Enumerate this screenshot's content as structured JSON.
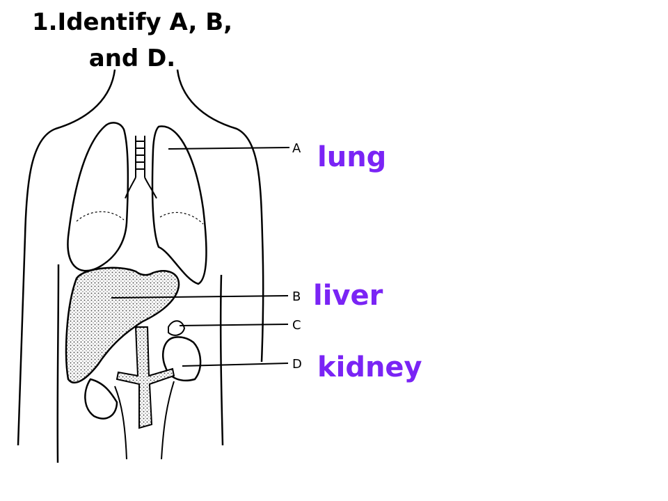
{
  "question": {
    "line1": "1.Identify A, B,",
    "line2": "and D."
  },
  "labels": [
    "A",
    "B",
    "C",
    "D"
  ],
  "answers": {
    "a": "lung",
    "b": "liver",
    "d": "kidney"
  },
  "colors": {
    "answer": "#7a24f5",
    "ink": "#000000"
  }
}
